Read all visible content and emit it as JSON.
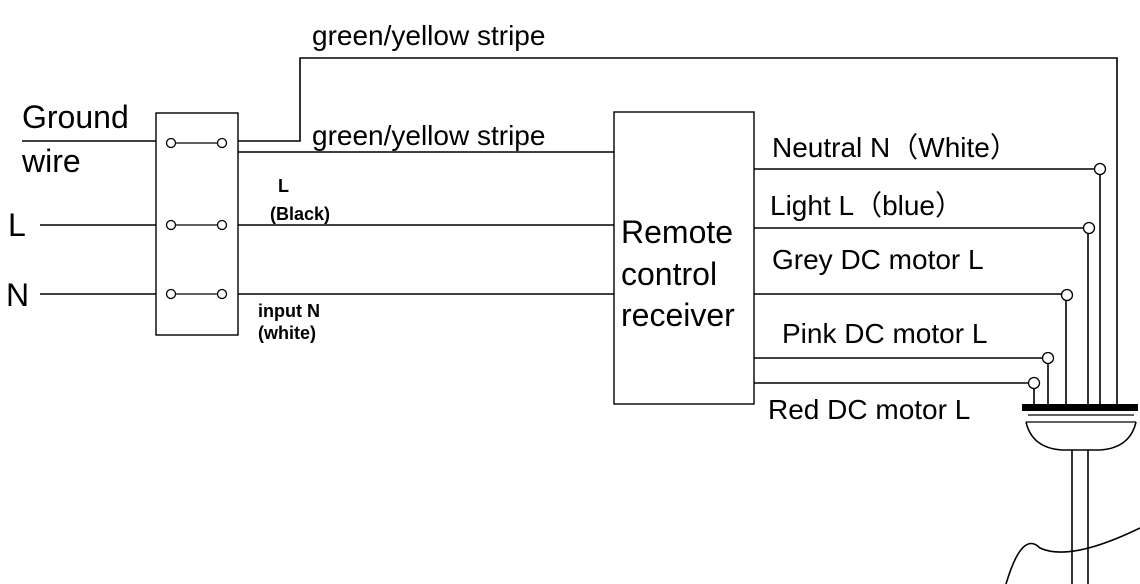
{
  "labels": {
    "ground_wire_1": "Ground",
    "ground_wire_2": "wire",
    "line_l": "L",
    "line_n": "N",
    "stripe_top": "green/yellow stripe",
    "stripe_mid": "green/yellow stripe",
    "wire_l": "L",
    "wire_l_color": "(Black)",
    "input_n": "input  N",
    "input_n_color": "(white)",
    "receiver_1": "Remote",
    "receiver_2": "control",
    "receiver_3": "receiver",
    "out_neutral": "Neutral  N（White）",
    "out_light": "Light L（blue）",
    "out_grey": "Grey DC motor L",
    "out_pink": "Pink DC motor L",
    "out_red": "Red DC motor L"
  }
}
